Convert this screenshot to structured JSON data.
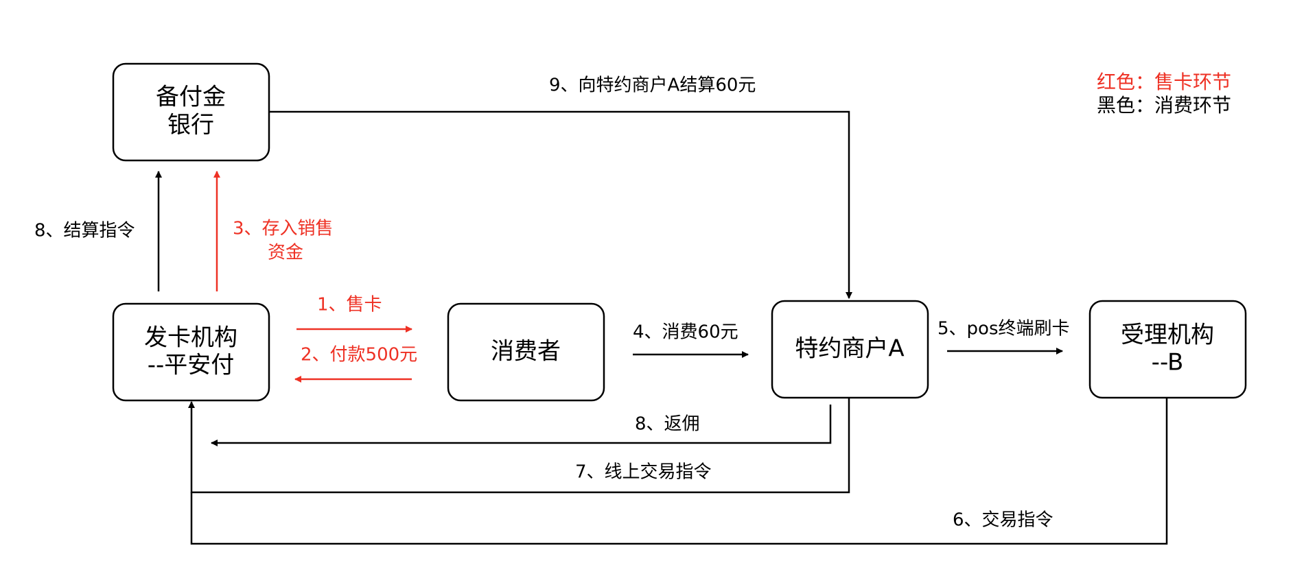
{
  "colors": {
    "black": "#000000",
    "red": "#ee3124"
  },
  "nodes": {
    "bank": {
      "line1": "备付金",
      "line2": "银行"
    },
    "issuer": {
      "line1": "发卡机构",
      "line2": "--平安付"
    },
    "consumer": {
      "line1": "消费者"
    },
    "merchant": {
      "line1": "特约商户A"
    },
    "acquirer": {
      "line1": "受理机构",
      "line2": "--B"
    }
  },
  "edges": {
    "e1": "1、售卡",
    "e2": "2、付款500元",
    "e3_line1": "3、存入销售",
    "e3_line2": "资金",
    "e4": "4、消费60元",
    "e5": "5、pos终端刷卡",
    "e6": "6、交易指令",
    "e7": "7、线上交易指令",
    "e8_settle": "8、结算指令",
    "e8_rebate": "8、返佣",
    "e9": "9、向特约商户A结算60元"
  },
  "legend": {
    "red": "红色：售卡环节",
    "black": "黑色：消费环节"
  }
}
